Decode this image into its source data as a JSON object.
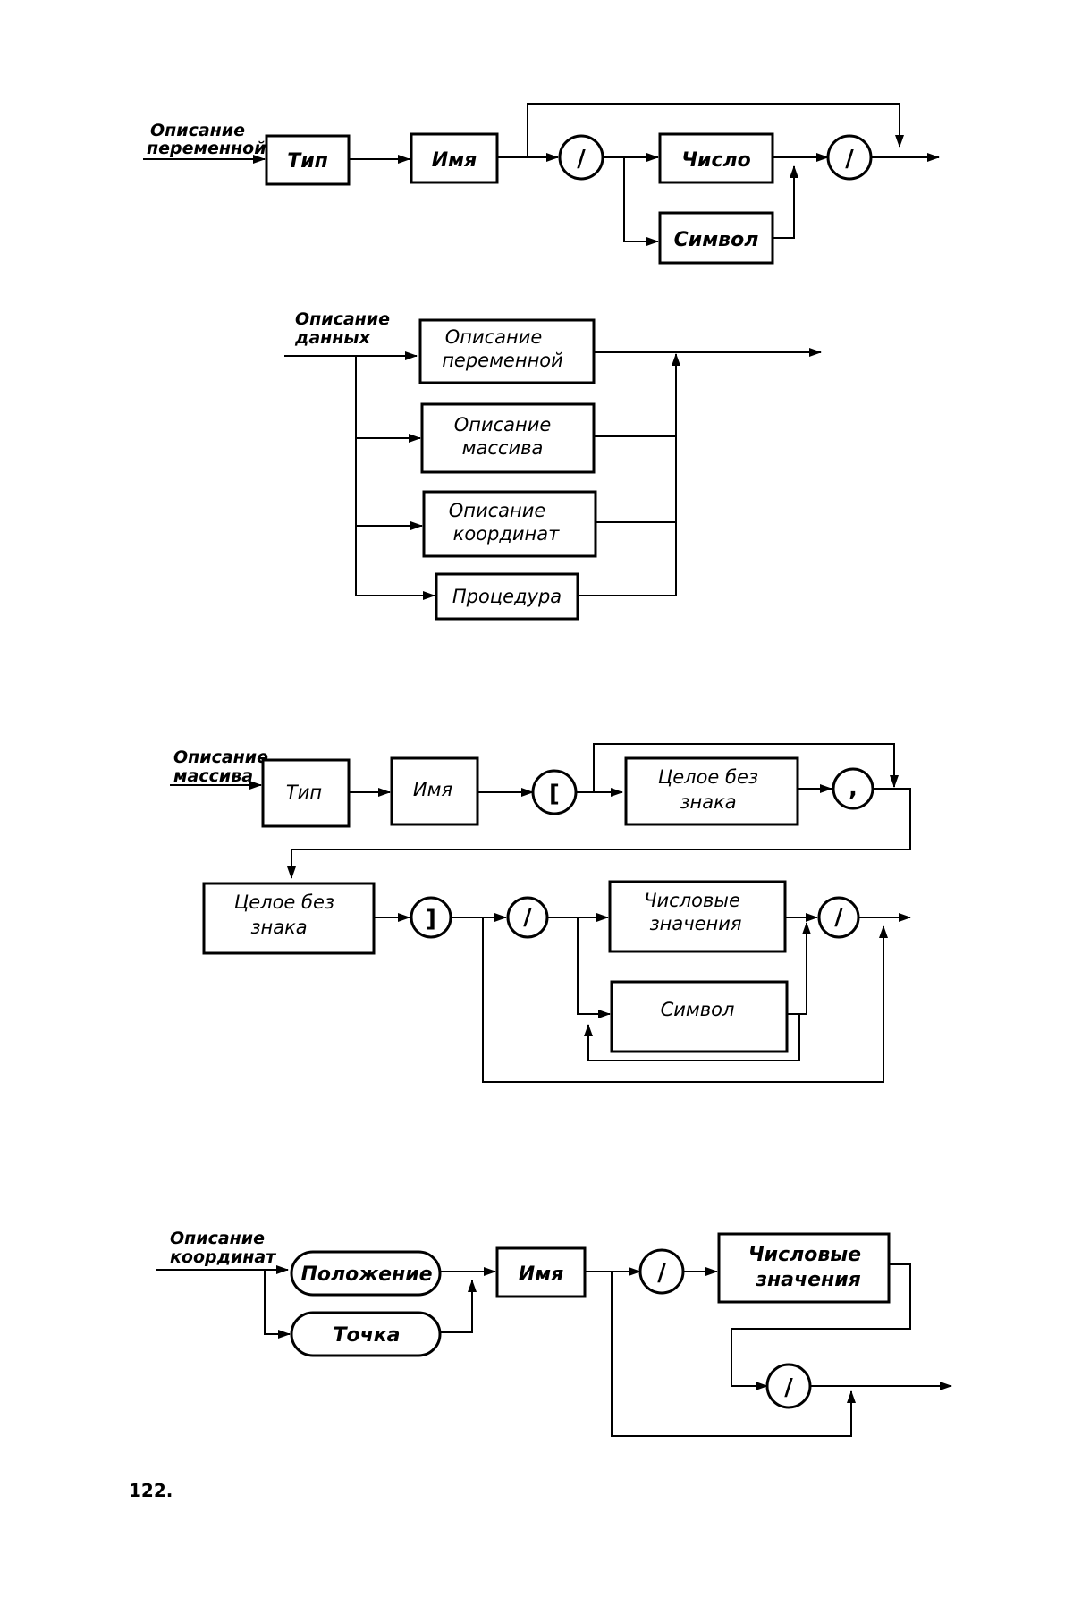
{
  "page_number": "122.",
  "diagram1": {
    "entry": [
      "Описание",
      "переменной"
    ],
    "type": "Тип",
    "name": "Имя",
    "slash_open": "/",
    "number": "Число",
    "symbol": "Символ",
    "slash_close": "/"
  },
  "diagram2": {
    "entry": [
      "Описание",
      "данных"
    ],
    "var_desc": [
      "Описание",
      "переменной"
    ],
    "array_desc": [
      "Описание",
      "массива"
    ],
    "coord_desc": [
      "Описание",
      "координат"
    ],
    "procedure": "Процедура"
  },
  "diagram3": {
    "entry": [
      "Описание",
      "массива"
    ],
    "type": "Тип",
    "name": "Имя",
    "bracket_open": "[",
    "uint1": [
      "Целое  без",
      "знака"
    ],
    "comma": ",",
    "uint2": [
      "Целое  без",
      "знака"
    ],
    "bracket_close": "]",
    "slash_open": "/",
    "numeric_values": [
      "Числовые",
      "значения"
    ],
    "symbol": "Символ",
    "slash_close": "/"
  },
  "diagram4": {
    "entry": [
      "Описание",
      "координат"
    ],
    "position": "Положение",
    "point": "Точка",
    "name": "Имя",
    "slash_open": "/",
    "numeric_values": [
      "Числовые",
      "значения"
    ],
    "slash_close": "/"
  }
}
